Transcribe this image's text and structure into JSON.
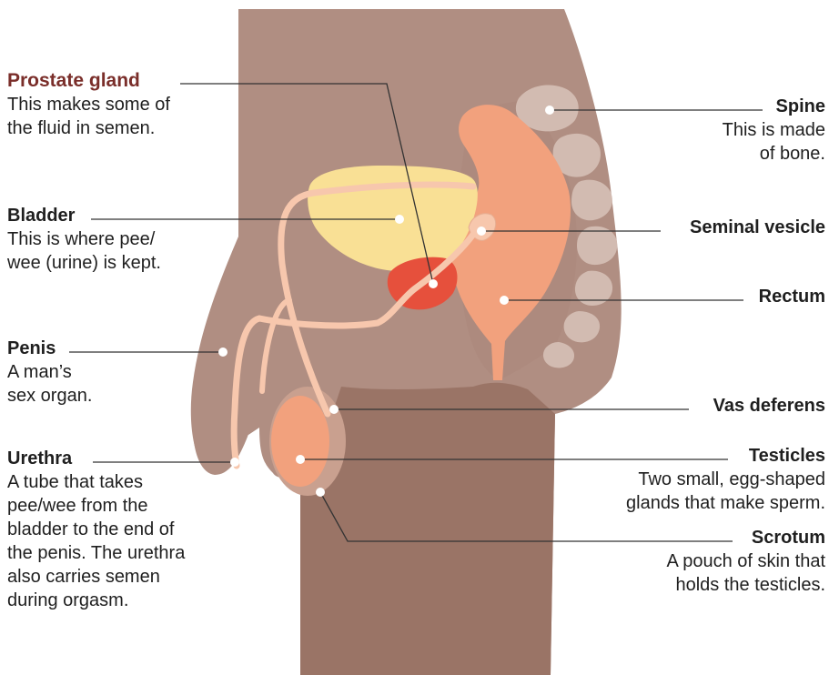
{
  "colors": {
    "body": "#b08e82",
    "leg": "#9a7466",
    "cavity": "#a47e71",
    "bladder": "#f9e095",
    "prostate": "#e6503c",
    "rectum": "#f2a17d",
    "tube": "#f7c7ad",
    "spine": "#d2bbb1",
    "leader": "#333333",
    "title_accent": "#7a2e2a"
  },
  "labels": {
    "prostate": {
      "title": "Prostate gland",
      "desc": "This makes some of\nthe fluid in semen."
    },
    "bladder": {
      "title": "Bladder",
      "desc": "This is where pee/\nwee (urine) is kept."
    },
    "penis": {
      "title": "Penis",
      "desc": "A man’s\nsex organ."
    },
    "urethra": {
      "title": "Urethra",
      "desc": "A tube that takes\npee/wee from the\nbladder to the end of\nthe penis. The urethra\nalso carries semen\nduring orgasm."
    },
    "spine": {
      "title": "Spine",
      "desc": "This is made\nof bone."
    },
    "seminal": {
      "title": "Seminal vesicle",
      "desc": ""
    },
    "rectum": {
      "title": "Rectum",
      "desc": ""
    },
    "vas": {
      "title": "Vas deferens",
      "desc": ""
    },
    "testicles": {
      "title": "Testicles",
      "desc": "Two small, egg-shaped\nglands that make sperm."
    },
    "scrotum": {
      "title": "Scrotum",
      "desc": "A pouch of skin that\nholds the testicles."
    }
  }
}
